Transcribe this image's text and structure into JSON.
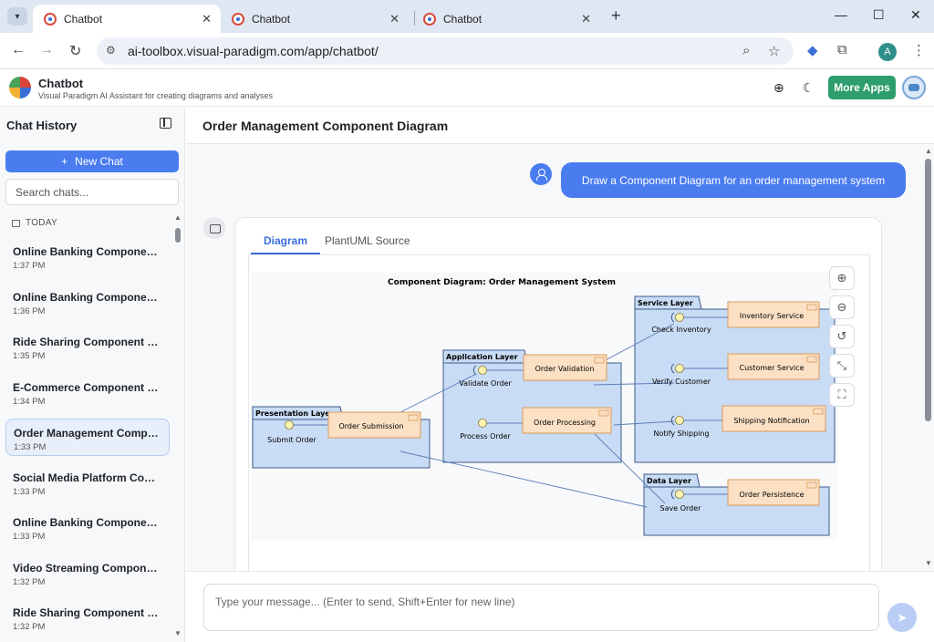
{
  "browser": {
    "tabs": [
      {
        "title": "Chatbot",
        "active": true
      },
      {
        "title": "Chatbot",
        "active": false
      },
      {
        "title": "Chatbot",
        "active": false
      }
    ],
    "url": "ai-toolbox.visual-paradigm.com/app/chatbot/",
    "profile_initial": "A"
  },
  "app": {
    "title": "Chatbot",
    "subtitle": "Visual Paradigm AI Assistant for creating diagrams and analyses",
    "more_apps": "More Apps"
  },
  "sidebar": {
    "title": "Chat History",
    "new_chat": "New Chat",
    "search_placeholder": "Search chats...",
    "group_label": "TODAY",
    "items": [
      {
        "name": "Online Banking Component Diagram",
        "time": "1:37 PM"
      },
      {
        "name": "Online Banking Component Diagram",
        "time": "1:36 PM"
      },
      {
        "name": "Ride Sharing Component Diagram",
        "time": "1:35 PM"
      },
      {
        "name": "E-Commerce Component Diagram",
        "time": "1:34 PM"
      },
      {
        "name": "Order Management Component Diagram",
        "time": "1:33 PM",
        "active": true
      },
      {
        "name": "Social Media Platform Component Diagram",
        "time": "1:33 PM"
      },
      {
        "name": "Online Banking Component Diagram",
        "time": "1:33 PM"
      },
      {
        "name": "Video Streaming Component Diagram",
        "time": "1:32 PM"
      },
      {
        "name": "Ride Sharing Component Diagram",
        "time": "1:32 PM"
      }
    ]
  },
  "main": {
    "title": "Order Management Component Diagram",
    "user_message": "Draw a Component Diagram for an order management system",
    "tabs": [
      "Diagram",
      "PlantUML Source"
    ],
    "input_placeholder": "Type your message... (Enter to send, Shift+Enter for new line)"
  },
  "diagram": {
    "title": "Component Diagram: Order Management System",
    "packages": {
      "presentation": "Presentation Layer",
      "application": "Application Layer",
      "service": "Service Layer",
      "data": "Data Layer"
    },
    "components": {
      "order_submission": "Order Submission",
      "order_validation": "Order Validation",
      "order_processing": "Order Processing",
      "inventory_service": "Inventory Service",
      "customer_service": "Customer Service",
      "shipping_notification": "Shipping Notification",
      "order_persistence": "Order Persistence"
    },
    "interfaces": {
      "submit_order": "Submit Order",
      "validate_order": "Validate Order",
      "process_order": "Process Order",
      "check_inventory": "Check Inventory",
      "verify_customer": "Verify Customer",
      "notify_shipping": "Notify Shipping",
      "save_order": "Save Order"
    },
    "colors": {
      "package_fill": "#c9dcf5",
      "package_border": "#3e5a8a",
      "component_fill": "#fbe0c4",
      "component_border": "#d99a5b",
      "interface_fill": "#fdf3b0",
      "link": "#5b7db8"
    }
  },
  "colors": {
    "primary": "#4a7cf0",
    "more_apps": "#2e9e6e"
  }
}
